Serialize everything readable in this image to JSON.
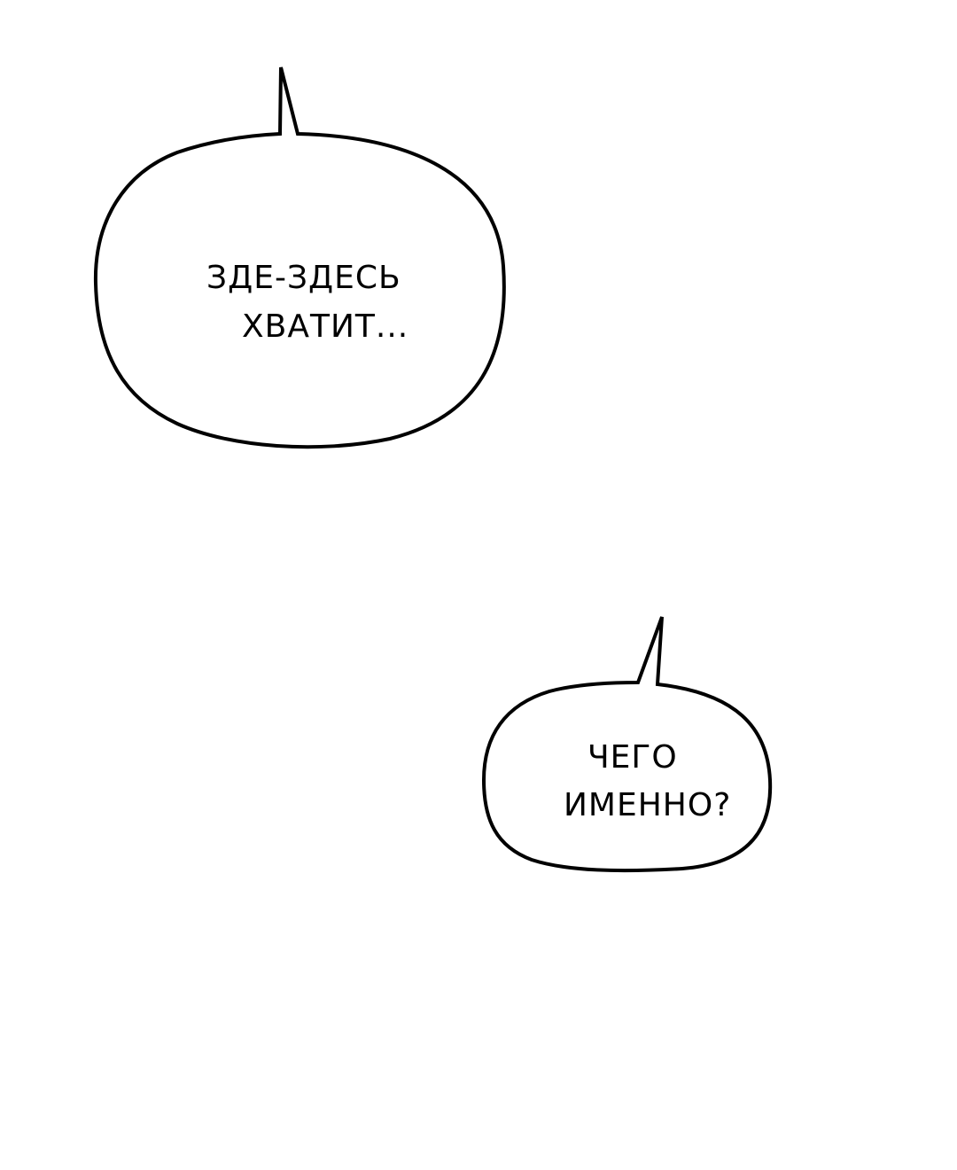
{
  "bubbles": [
    {
      "lines": [
        "ЗДЕ-ЗДЕСЬ",
        "ХВАТИТ..."
      ]
    },
    {
      "lines": [
        "ЧЕГО",
        "ИМЕННО?"
      ]
    }
  ],
  "colors": {
    "background": "#ffffff",
    "outline": "#000000",
    "text": "#000000"
  }
}
